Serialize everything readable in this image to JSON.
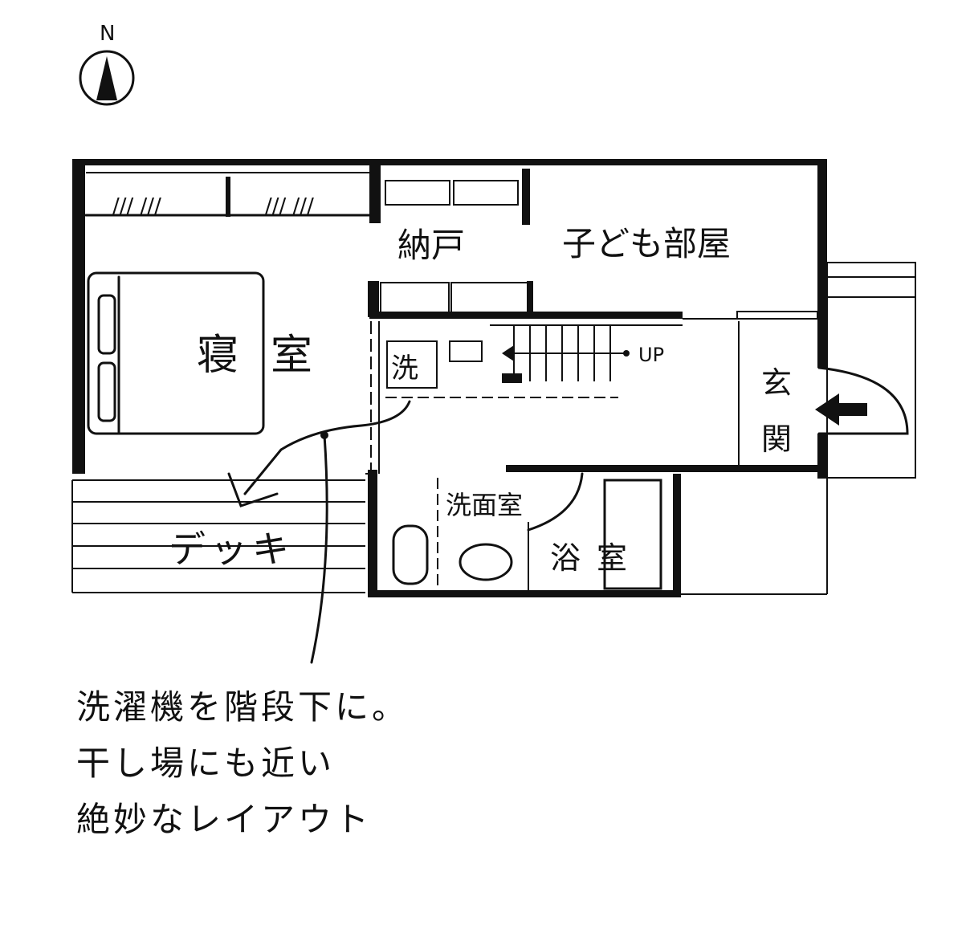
{
  "compass": {
    "label": "N"
  },
  "rooms": {
    "storage": "納戸",
    "kids_room": "子ども部屋",
    "bedroom": "寝室",
    "washer": "洗",
    "stairs_up": "UP",
    "entrance_1": "玄",
    "entrance_2": "関",
    "washroom": "洗面室",
    "bathroom": "浴室",
    "deck": "デッキ"
  },
  "note": {
    "line1": "洗濯機を階段下に。",
    "line2": "干し場にも近い",
    "line3": "絶妙なレイアウト"
  }
}
